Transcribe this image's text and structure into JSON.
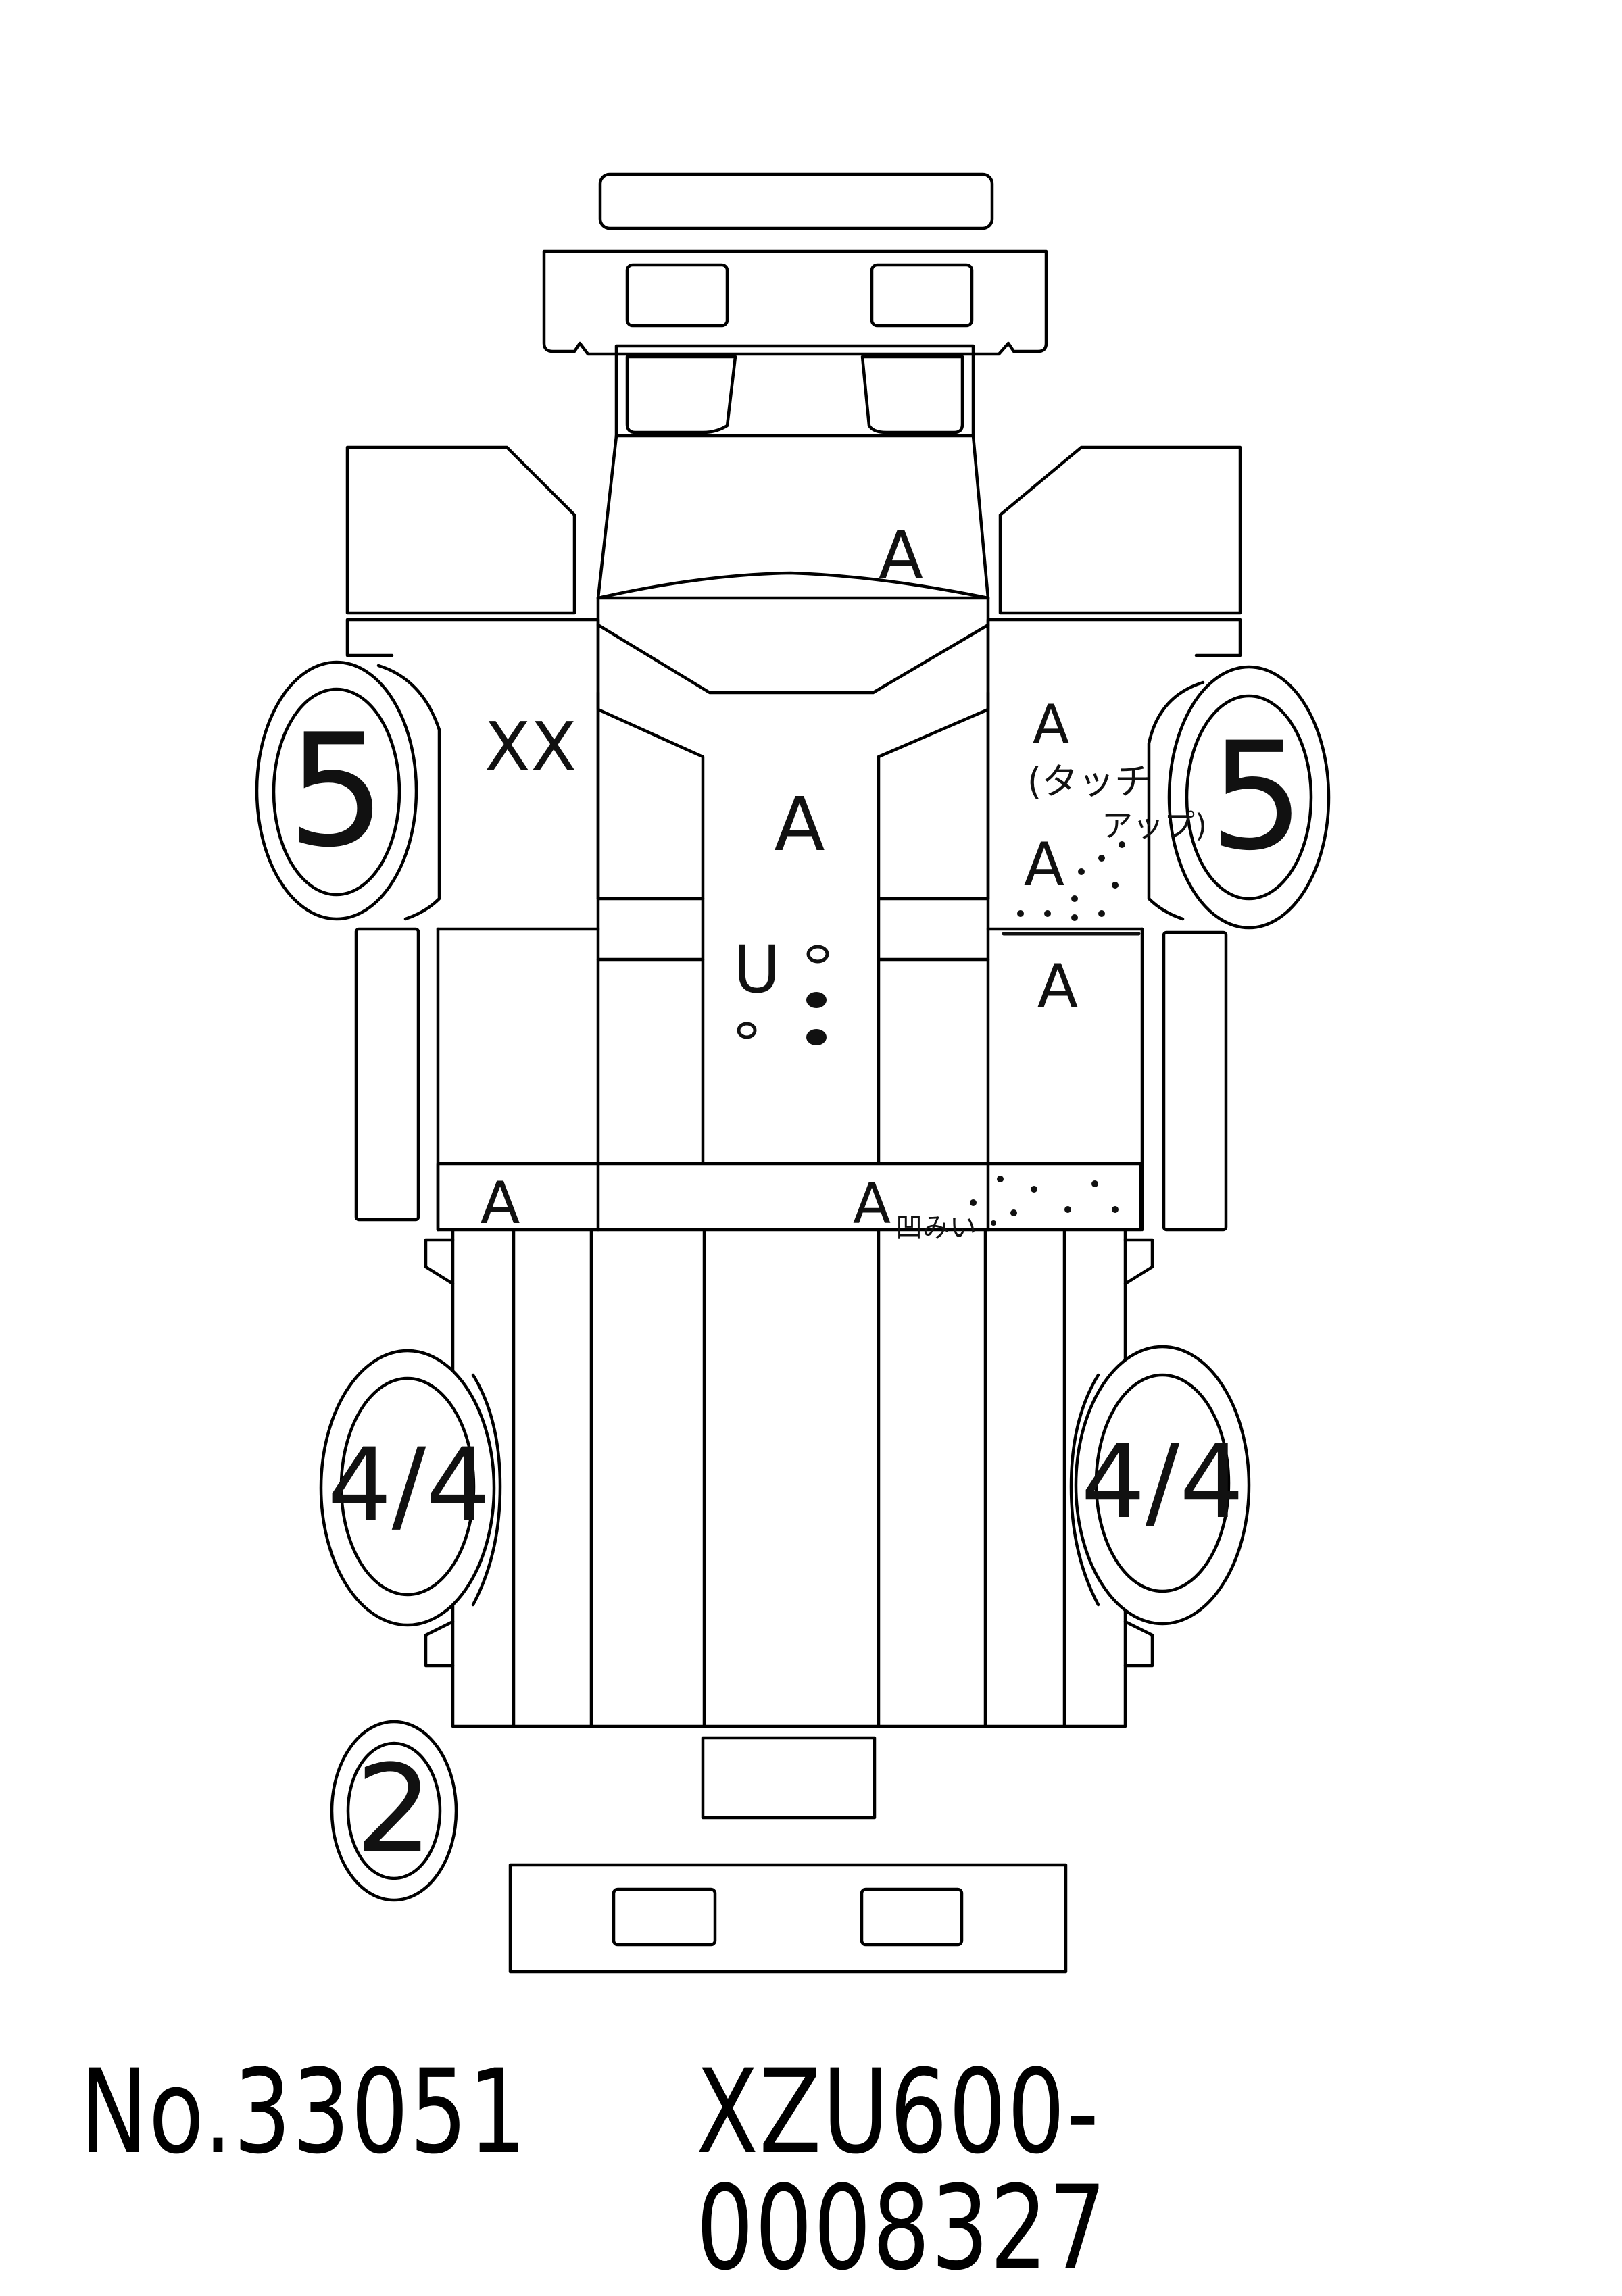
{
  "marks": {
    "left_front_tire": "5",
    "right_front_tire": "5",
    "left_rear_tire": "4/4",
    "right_rear_tire": "4/4",
    "spare_tire": "2",
    "left_door_front": "XX",
    "windshield": "A",
    "cab_roof": "A",
    "cab_floor_mark": "U",
    "right_door_front": "A",
    "right_door_note_1": "(タッチ",
    "right_door_note_2": "アップ)",
    "right_door_step": "A",
    "right_rear_panel": "A",
    "left_gate": "A",
    "right_gate": "A",
    "right_gate_note": "凹みい"
  },
  "footer": {
    "stock_number": "No.33051",
    "frame_number": "XZU600-0008327"
  }
}
